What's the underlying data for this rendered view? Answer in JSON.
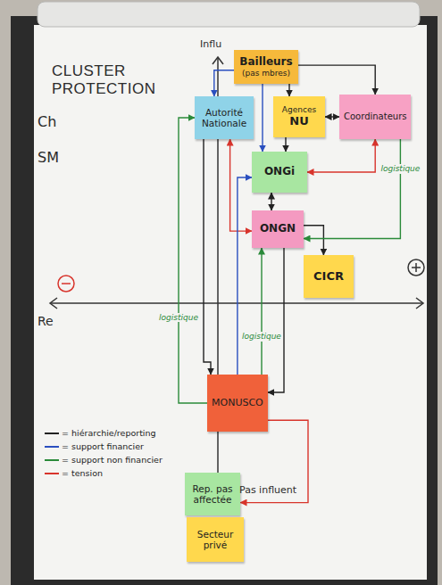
{
  "diagram": {
    "title": "CLUSTER PROTECTION",
    "nodes": [
      {
        "text": [
          "Bailleurs",
          "(pas mbres)"
        ]
      },
      {
        "text": [
          "Autorité Nationale"
        ]
      },
      {
        "text": [
          "Agences",
          "NU"
        ]
      },
      {
        "text": [
          "Coordinateurs"
        ]
      },
      {
        "text": [
          "ONGi"
        ]
      },
      {
        "text": [
          "ONGN"
        ]
      },
      {
        "text": [
          "CICR"
        ]
      },
      {
        "text": [
          "MONUSCO"
        ]
      },
      {
        "text": [
          "Rep. pas affectée"
        ]
      },
      {
        "text": [
          "Secteur privé"
        ]
      }
    ],
    "edges": [
      {
        "from": 0,
        "to": 1,
        "arrow": "to"
      },
      {
        "from": 0,
        "to": 2,
        "arrow": "to"
      },
      {
        "from": 0,
        "to": 4,
        "arrow": "to"
      },
      {
        "from": 0,
        "to": 3,
        "arrow": "to"
      },
      {
        "from": 2,
        "to": 3,
        "arrow": "both"
      },
      {
        "from": 2,
        "to": 4,
        "arrow": "to"
      },
      {
        "from": 4,
        "to": 5,
        "arrow": "both"
      },
      {
        "from": 4,
        "to": 3,
        "arrow": "both"
      },
      {
        "from": 5,
        "to": 6,
        "arrow": "to"
      },
      {
        "from": 1,
        "to": 5,
        "arrow": "both"
      },
      {
        "from": 7,
        "to": 1,
        "arrow": "to",
        "label": "logistique"
      },
      {
        "from": 7,
        "to": 5,
        "arrow": "to",
        "label": "logistique"
      },
      {
        "from": 7,
        "to": 4,
        "arrow": "to"
      },
      {
        "from": 5,
        "to": 7,
        "arrow": "to"
      },
      {
        "from": 1,
        "to": 7,
        "arrow": "to"
      },
      {
        "from": 3,
        "to": 5,
        "arrow": "to",
        "label": "logistique"
      },
      {
        "from": 7,
        "to": 8,
        "arrow": "to"
      }
    ],
    "labels": [
      "Influ",
      "Pas influent",
      "Ch",
      "SM",
      "Re"
    ],
    "legend": [
      {
        "text": "= hiérarchie/reporting",
        "color": "#222222"
      },
      {
        "text": "= support financier",
        "color": "#2a4fbf"
      },
      {
        "text": "= support non financier",
        "color": "#2a8a3a"
      },
      {
        "text": "= tension",
        "color": "#d8342c"
      }
    ]
  }
}
